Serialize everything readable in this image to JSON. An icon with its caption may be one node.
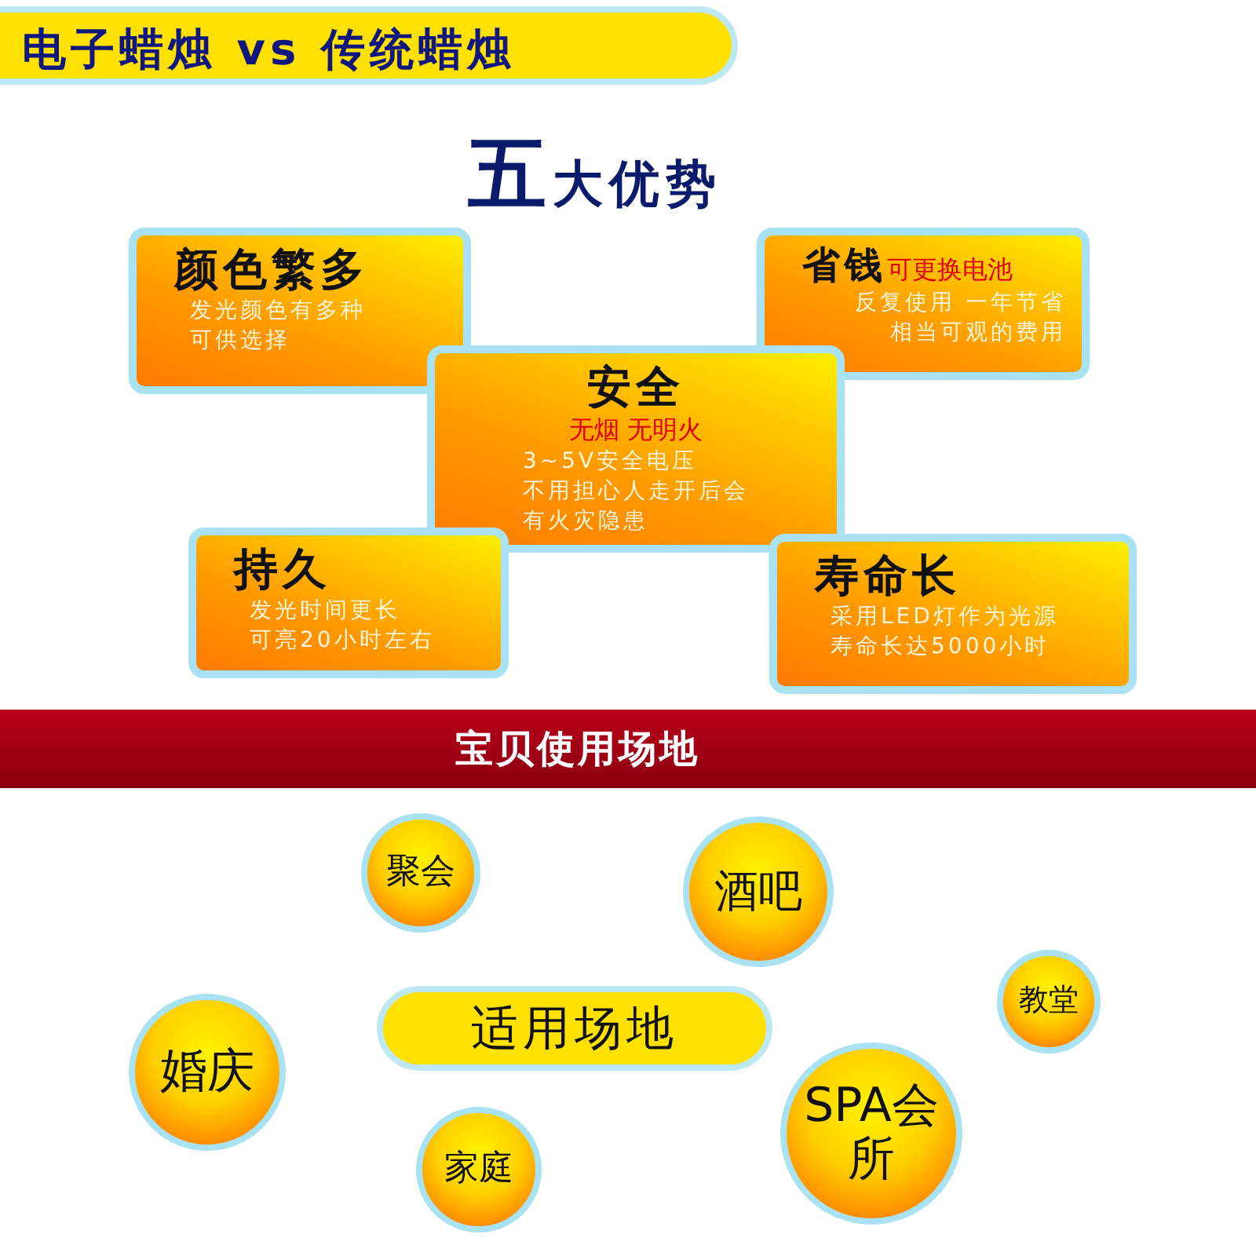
{
  "diagram": {
    "title": "电子蜡烛 vs 传统蜡烛",
    "nodes": [
      {
        "text": [
          "颜色繁多",
          "发光颜色有多种可供选择"
        ]
      },
      {
        "text": [
          "省钱",
          "可更换电池",
          "反复使用 一年节省相当可观的费用"
        ]
      },
      {
        "text": [
          "安全",
          "无烟 无明火",
          "3~5V安全电压不用担心人走开后会有火灾隐患"
        ]
      },
      {
        "text": [
          "持久",
          "发光时间更长可亮20小时左右"
        ]
      },
      {
        "text": [
          "寿命长",
          "采用LED灯作为光源寿命长达5000小时"
        ]
      },
      {
        "text": [
          "宝贝使用场地"
        ]
      },
      {
        "text": [
          "聚会"
        ]
      },
      {
        "text": [
          "酒吧"
        ]
      },
      {
        "text": [
          "教堂"
        ]
      },
      {
        "text": [
          "适用场地"
        ]
      },
      {
        "text": [
          "婚庆"
        ]
      },
      {
        "text": [
          "家庭"
        ]
      },
      {
        "text": [
          "SPA会所"
        ]
      }
    ],
    "labels": [
      "五大优势"
    ]
  }
}
